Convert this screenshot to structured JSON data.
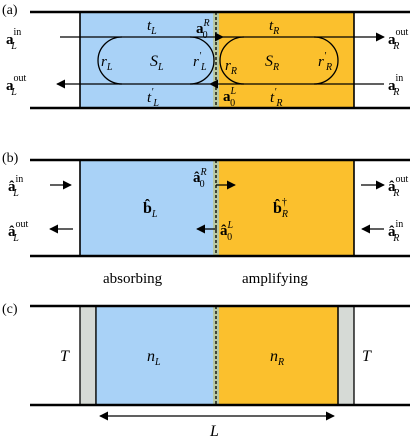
{
  "panels": {
    "a": {
      "tag": "(a)",
      "labels": {
        "a_in_L": {
          "base": "a",
          "sup": "in",
          "sub": "L"
        },
        "a_out_L": {
          "base": "a",
          "sup": "out",
          "sub": "L"
        },
        "a_out_R": {
          "base": "a",
          "sup": "out",
          "sub": "R"
        },
        "a_in_R": {
          "base": "a",
          "sup": "in",
          "sub": "R"
        },
        "a0_R": {
          "base": "a",
          "sup": "R",
          "sub": "0"
        },
        "a0_L": {
          "base": "a",
          "sup": "L",
          "sub": "0"
        },
        "t_L": {
          "base": "t",
          "sub": "L"
        },
        "t_R": {
          "base": "t",
          "sub": "R"
        },
        "tp_L": {
          "base": "t",
          "prime": "′",
          "sub": "L"
        },
        "tp_R": {
          "base": "t",
          "prime": "′",
          "sub": "R"
        },
        "r_L": {
          "base": "r",
          "sub": "L"
        },
        "rp_L": {
          "base": "r",
          "prime": "′",
          "sub": "L"
        },
        "r_R": {
          "base": "r",
          "sub": "R"
        },
        "rp_R": {
          "base": "r",
          "prime": "′",
          "sub": "R"
        },
        "S_L": {
          "base": "S",
          "sub": "L"
        },
        "S_R": {
          "base": "S",
          "sub": "R"
        }
      }
    },
    "b": {
      "tag": "(b)",
      "labels": {
        "ah_in_L": {
          "base": "â",
          "sup": "in",
          "sub": "L"
        },
        "ah_out_L": {
          "base": "â",
          "sup": "out",
          "sub": "L"
        },
        "ah_out_R": {
          "base": "â",
          "sup": "out",
          "sub": "R"
        },
        "ah_in_R": {
          "base": "â",
          "sup": "in",
          "sub": "R"
        },
        "ah0_R": {
          "base": "â",
          "sup": "R",
          "sub": "0"
        },
        "ah0_L": {
          "base": "â",
          "sup": "L",
          "sub": "0"
        },
        "b_L": {
          "base": "b̂",
          "sub": "L"
        },
        "b_R": {
          "base": "b̂",
          "sup": "†",
          "sub": "R"
        }
      },
      "caption_left": "absorbing",
      "caption_right": "amplifying"
    },
    "c": {
      "tag": "(c)",
      "labels": {
        "T_left": "T",
        "T_right": "T",
        "n_L": {
          "base": "n",
          "sub": "L"
        },
        "n_R": {
          "base": "n",
          "sub": "R"
        },
        "length": "L"
      }
    }
  },
  "colors": {
    "absorbing": "#a9d2f7",
    "amplifying": "#fbc02d",
    "interface": "#b9c9a3",
    "mirror": "#d6dad6",
    "line": "#000000"
  }
}
